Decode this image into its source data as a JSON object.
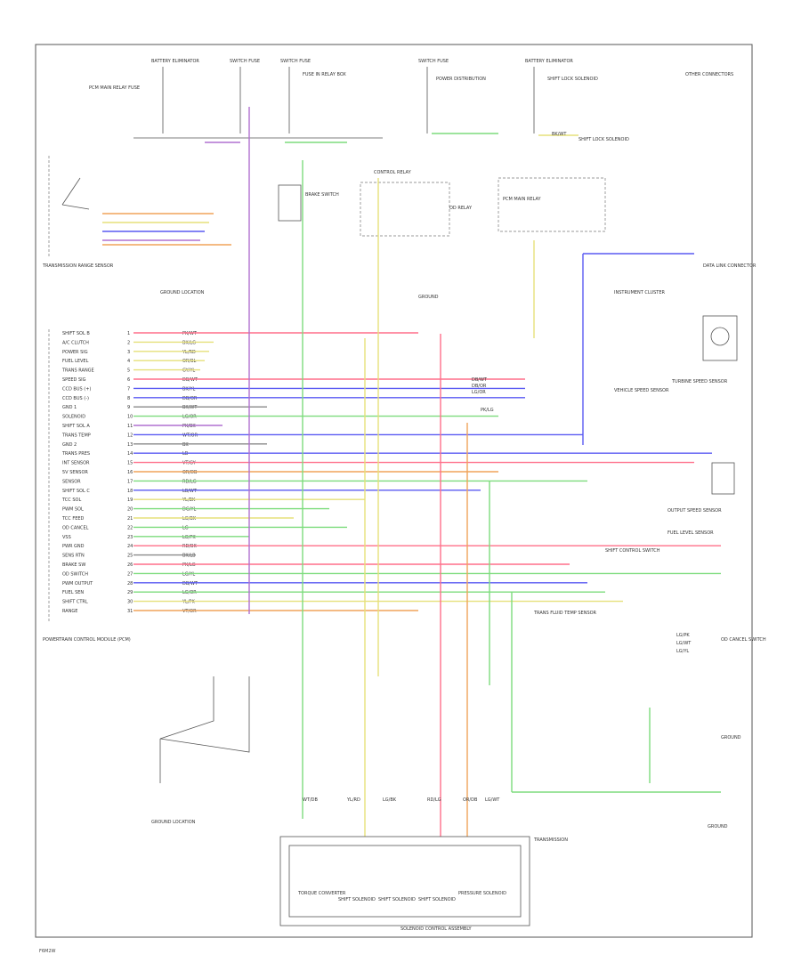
{
  "figure_id": "F6M2W",
  "colors": {
    "frame": "#555555",
    "red": "#ff6f8a",
    "blue": "#5a5af2",
    "green": "#7ddc7d",
    "yellow": "#e6e07a",
    "orange": "#f0a45a",
    "purple": "#b070d0",
    "gray": "#8a8a8a"
  },
  "pcm_pins": [
    "SHIFT SOL B",
    "A/C CLUTCH",
    "POWER SIG",
    "FUEL LEVEL",
    "TRANS RANGE",
    "SPEED SIG",
    "CCD BUS (+)",
    "CCD BUS (-)",
    "GND 1",
    "SOLENOID",
    "SHIFT SOL A",
    "TRANS TEMP",
    "GND 2",
    "TRANS PRES",
    "INT SENSOR",
    "5V SENSOR",
    "SENSOR",
    "SHIFT SOL C",
    "TCC SOL",
    "PWM SOL",
    "TCC FEED",
    "OD CANCEL",
    "VSS",
    "PWR GND",
    "SENS RTN",
    "BRAKE SW",
    "OD SWITCH",
    "PWM OUTPUT",
    "FUEL SEN",
    "SHIFT CTRL",
    "RANGE"
  ],
  "pcm_pin_numbers": [
    "1",
    "2",
    "3",
    "4",
    "5",
    "6",
    "7",
    "8",
    "9",
    "10",
    "11",
    "12",
    "13",
    "14",
    "15",
    "16",
    "17",
    "18",
    "19",
    "20",
    "21",
    "22",
    "23",
    "24",
    "25",
    "26",
    "27",
    "28",
    "29",
    "30",
    "31"
  ],
  "pcm_wire_codes": [
    "PK/WT",
    "BK/LG",
    "YL/RD",
    "OR/BL",
    "GY/YL",
    "DB/WT",
    "BK/YL",
    "DB/OR",
    "BK/WT",
    "LG/OR",
    "PK/BK",
    "WT/OR",
    "BK",
    "LB",
    "VT/GY",
    "OR/DB",
    "RD/LG",
    "LB/WT",
    "YL/BK",
    "DG/YL",
    "LG/BK",
    "LG",
    "LG/PK",
    "RD/BK",
    "BK/LB",
    "PK/LG",
    "LG/YL",
    "DB/WT",
    "LG/OR",
    "YL/PK",
    "VT/OR"
  ],
  "pcm_label": "POWERTRAIN CONTROL MODULE (PCM)",
  "top_fuses": [
    {
      "id": "f1",
      "label": "BATTERY ELIMINATOR"
    },
    {
      "id": "f2",
      "label": "SWITCH FUSE"
    },
    {
      "id": "f3",
      "label": "SWITCH FUSE"
    },
    {
      "id": "f4",
      "label": "SWITCH FUSE"
    },
    {
      "id": "f5",
      "label": "BATTERY ELIMINATOR"
    }
  ],
  "top_notes": [
    {
      "id": "n1",
      "label": "PCM MAIN RELAY FUSE"
    },
    {
      "id": "n2",
      "label": "FUSE IN RELAY BOX"
    },
    {
      "id": "n3",
      "label": "POWER DISTRIBUTION"
    },
    {
      "id": "n4",
      "label": "SHIFT LOCK SOLENOID"
    },
    {
      "id": "n5",
      "label": "OTHER CONNECTORS"
    }
  ],
  "components": {
    "tr_sensor": "TRANSMISSION RANGE SENSOR",
    "ground_left": "GROUND LOCATION",
    "brake_switch": "BRAKE SWITCH",
    "ctrl_relay": "CONTROL RELAY",
    "main_relay": "PCM MAIN RELAY",
    "od_relay": "OD RELAY",
    "shift_lock": "SHIFT LOCK SOLENOID",
    "ground_center": "GROUND",
    "data_link": "DATA LINK CONNECTOR",
    "instrument_cluster": "INSTRUMENT CLUSTER",
    "speed_sensor": "VEHICLE SPEED SENSOR",
    "turbine_sensor": "TURBINE SPEED SENSOR",
    "output_sensor": "OUTPUT SPEED SENSOR",
    "fuel_sensor": "FUEL LEVEL SENSOR",
    "shift_switch": "SHIFT CONTROL SWITCH",
    "trans_fluid_temp": "TRANS FLUID TEMP SENSOR",
    "od_switch": "OD CANCEL SWITCH",
    "left_ground": "GROUND",
    "sol_tcc": "TORQUE CONVERTER",
    "sol_a": "SHIFT SOLENOID",
    "sol_b": "SHIFT SOLENOID",
    "sol_c": "SHIFT SOLENOID",
    "sol_pres": "PRESSURE SOLENOID",
    "trans_block": "TRANSMISSION",
    "sol_bottom_label": "SOLENOID CONTROL ASSEMBLY",
    "gnd_bottom": "GROUND"
  },
  "right_connector_labels": [
    "BK/WT",
    "DB/WT",
    "DB/OR",
    "LG/OR",
    "PK/LG"
  ],
  "right_lower_labels": [
    "LG/PK",
    "LG/WT",
    "LG/YL"
  ],
  "bottom_wire_codes": [
    "WT/DB",
    "YL/RD",
    "LG/BK",
    "RD/LG",
    "OR/DB",
    "LG/WT"
  ]
}
